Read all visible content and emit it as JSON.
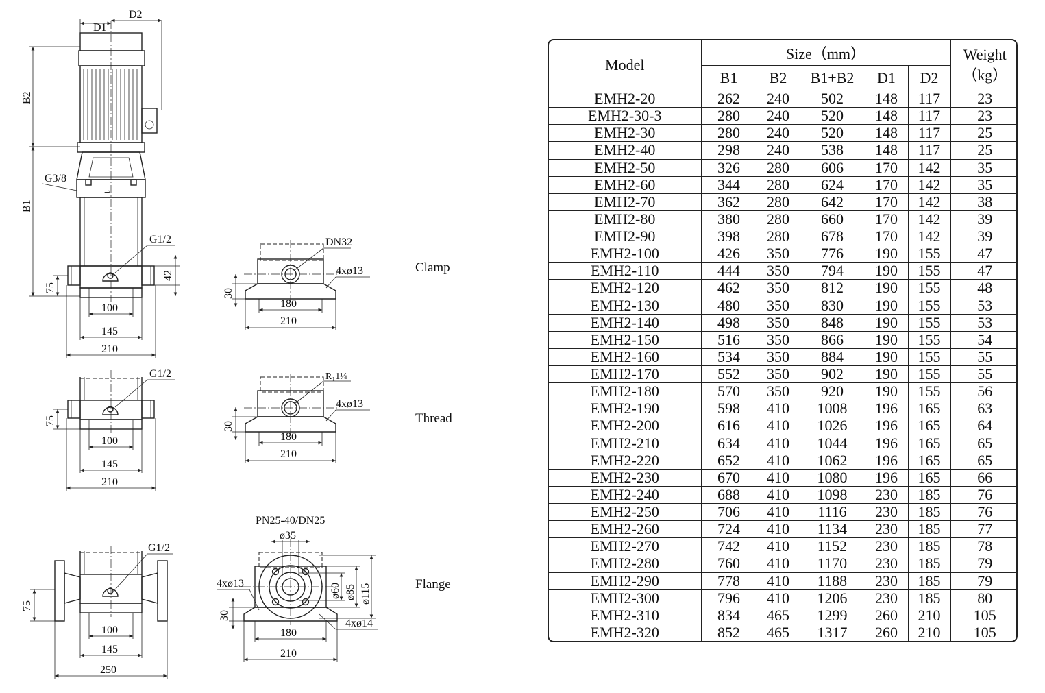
{
  "drawing": {
    "views": [
      {
        "label": "Clamp",
        "port_label": "DN32"
      },
      {
        "label": "Thread",
        "port_label": "R₁1¼"
      },
      {
        "label": "Flange",
        "port_label": "PN25-40/DN25"
      }
    ],
    "dims": {
      "d1": "D1",
      "d2": "D2",
      "b1": "B1",
      "b2": "B2",
      "g38": "G3/8",
      "g12": "G1/2",
      "d75": "75",
      "d42": "42",
      "d30": "30",
      "d100": "100",
      "d145": "145",
      "d210": "210",
      "d250": "250",
      "d180": "180",
      "holes13": "4xø13",
      "holes14": "4xø14",
      "d35": "ø35",
      "d60": "ø60",
      "d85": "ø85",
      "d115": "ø115"
    }
  },
  "table": {
    "headers": {
      "model": "Model",
      "size": "Size（mm）",
      "weight": "Weight\n（kg）",
      "sub": [
        "B1",
        "B2",
        "B1+B2",
        "D1",
        "D2"
      ]
    },
    "rows": [
      [
        "EMH2-20",
        "262",
        "240",
        "502",
        "148",
        "117",
        "23"
      ],
      [
        "EMH2-30-3",
        "280",
        "240",
        "520",
        "148",
        "117",
        "23"
      ],
      [
        "EMH2-30",
        "280",
        "240",
        "520",
        "148",
        "117",
        "25"
      ],
      [
        "EMH2-40",
        "298",
        "240",
        "538",
        "148",
        "117",
        "25"
      ],
      [
        "EMH2-50",
        "326",
        "280",
        "606",
        "170",
        "142",
        "35"
      ],
      [
        "EMH2-60",
        "344",
        "280",
        "624",
        "170",
        "142",
        "35"
      ],
      [
        "EMH2-70",
        "362",
        "280",
        "642",
        "170",
        "142",
        "38"
      ],
      [
        "EMH2-80",
        "380",
        "280",
        "660",
        "170",
        "142",
        "39"
      ],
      [
        "EMH2-90",
        "398",
        "280",
        "678",
        "170",
        "142",
        "39"
      ],
      [
        "EMH2-100",
        "426",
        "350",
        "776",
        "190",
        "155",
        "47"
      ],
      [
        "EMH2-110",
        "444",
        "350",
        "794",
        "190",
        "155",
        "47"
      ],
      [
        "EMH2-120",
        "462",
        "350",
        "812",
        "190",
        "155",
        "48"
      ],
      [
        "EMH2-130",
        "480",
        "350",
        "830",
        "190",
        "155",
        "53"
      ],
      [
        "EMH2-140",
        "498",
        "350",
        "848",
        "190",
        "155",
        "53"
      ],
      [
        "EMH2-150",
        "516",
        "350",
        "866",
        "190",
        "155",
        "54"
      ],
      [
        "EMH2-160",
        "534",
        "350",
        "884",
        "190",
        "155",
        "55"
      ],
      [
        "EMH2-170",
        "552",
        "350",
        "902",
        "190",
        "155",
        "55"
      ],
      [
        "EMH2-180",
        "570",
        "350",
        "920",
        "190",
        "155",
        "56"
      ],
      [
        "EMH2-190",
        "598",
        "410",
        "1008",
        "196",
        "165",
        "63"
      ],
      [
        "EMH2-200",
        "616",
        "410",
        "1026",
        "196",
        "165",
        "64"
      ],
      [
        "EMH2-210",
        "634",
        "410",
        "1044",
        "196",
        "165",
        "65"
      ],
      [
        "EMH2-220",
        "652",
        "410",
        "1062",
        "196",
        "165",
        "65"
      ],
      [
        "EMH2-230",
        "670",
        "410",
        "1080",
        "196",
        "165",
        "66"
      ],
      [
        "EMH2-240",
        "688",
        "410",
        "1098",
        "230",
        "185",
        "76"
      ],
      [
        "EMH2-250",
        "706",
        "410",
        "1116",
        "230",
        "185",
        "76"
      ],
      [
        "EMH2-260",
        "724",
        "410",
        "1134",
        "230",
        "185",
        "77"
      ],
      [
        "EMH2-270",
        "742",
        "410",
        "1152",
        "230",
        "185",
        "78"
      ],
      [
        "EMH2-280",
        "760",
        "410",
        "1170",
        "230",
        "185",
        "79"
      ],
      [
        "EMH2-290",
        "778",
        "410",
        "1188",
        "230",
        "185",
        "79"
      ],
      [
        "EMH2-300",
        "796",
        "410",
        "1206",
        "230",
        "185",
        "80"
      ],
      [
        "EMH2-310",
        "834",
        "465",
        "1299",
        "260",
        "210",
        "105"
      ],
      [
        "EMH2-320",
        "852",
        "465",
        "1317",
        "260",
        "210",
        "105"
      ]
    ]
  }
}
